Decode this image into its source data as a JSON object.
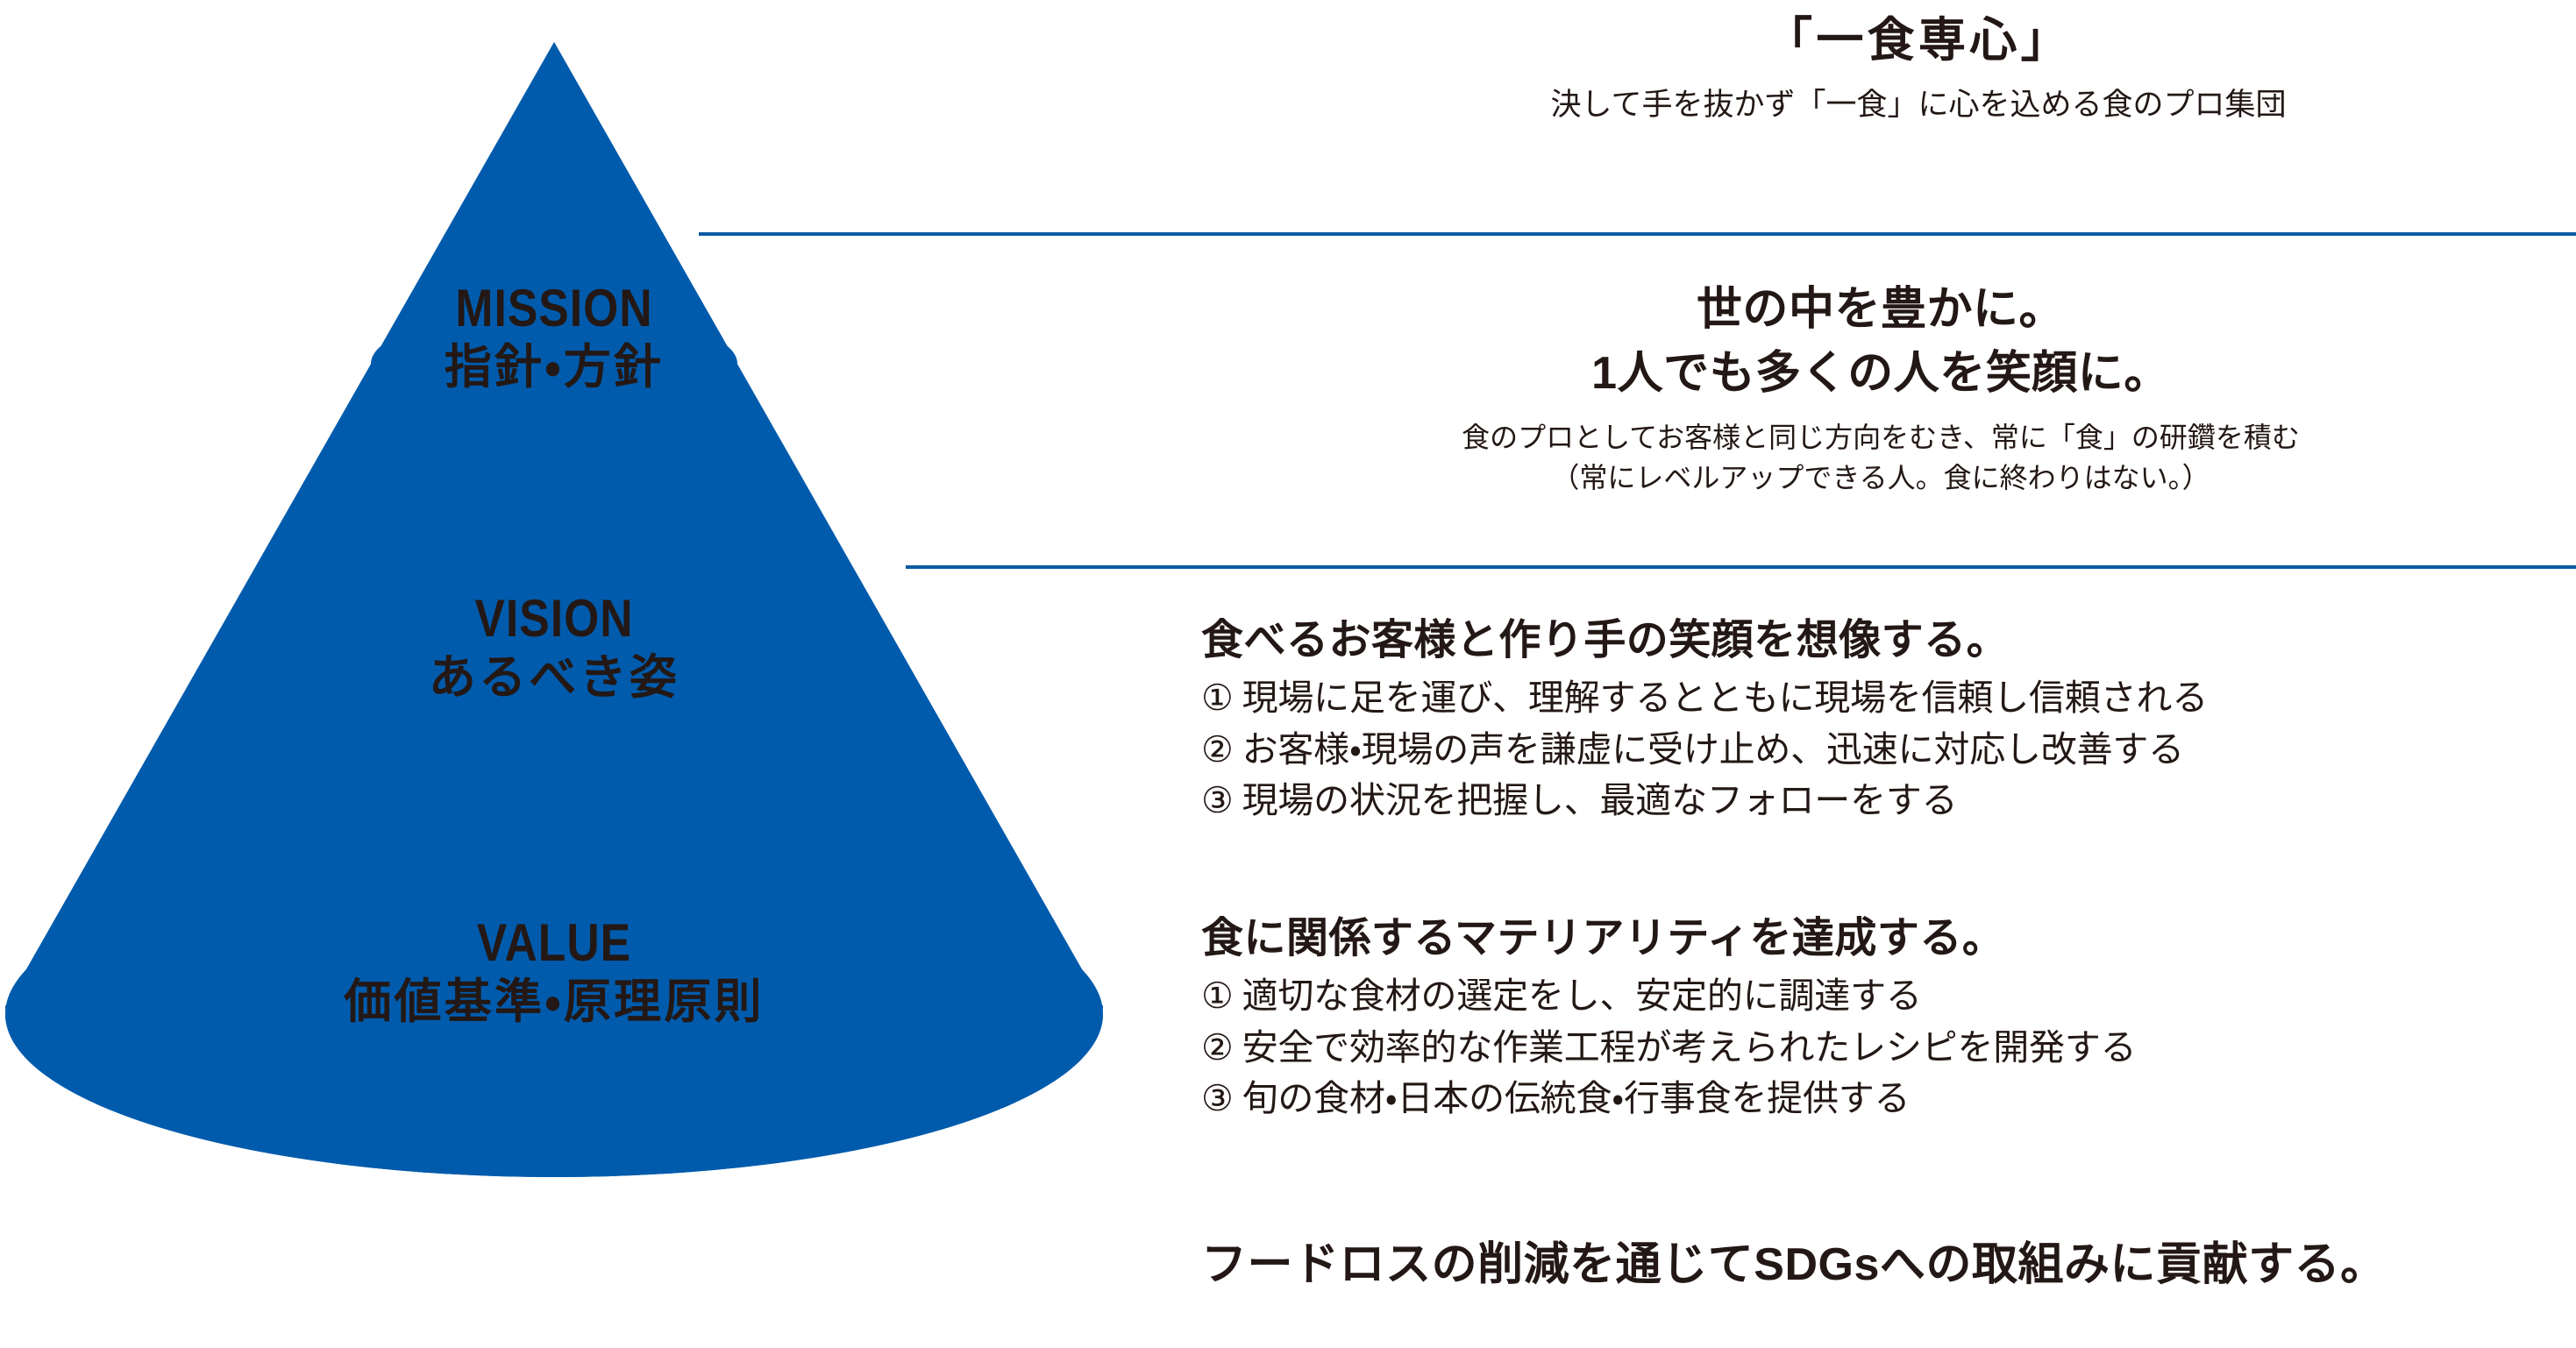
{
  "theme": {
    "accent_blue": "#0b5aa2",
    "cone_blue": "#005BAC",
    "text_dark": "#231815",
    "background": "#ffffff"
  },
  "pyramid": {
    "levels": [
      {
        "en": "MISSION",
        "ja": "指針・方針"
      },
      {
        "en": "VISION",
        "ja": "あるべき姿"
      },
      {
        "en": "VALUE",
        "ja": "価値基準・原理原則"
      }
    ]
  },
  "mission_panel": {
    "headline": "「一食専心」",
    "subline": "決して手を抜かず「一食」に心を込める食のプロ集団"
  },
  "vision_panel": {
    "headline_line1": "世の中を豊かに。",
    "headline_line2": "1人でも多くの人を笑顔に。",
    "subline1": "食のプロとしてお客様と同じ方向をむき、常に「食」の研鑽を積む",
    "subline2": "（常にレベルアップできる人。食に終わりはない。）"
  },
  "value_panel": {
    "groups": [
      {
        "headline": "食べるお客様と作り手の笑顔を想像する。",
        "items": [
          {
            "num": "①",
            "text": "現場に足を運び、理解するとともに現場を信頼し信頼される"
          },
          {
            "num": "②",
            "text": "お客様・現場の声を謙虚に受け止め、迅速に対応し改善する"
          },
          {
            "num": "③",
            "text": "現場の状況を把握し、最適なフォローをする"
          }
        ]
      },
      {
        "headline": "食に関係するマテリアリティを達成する。",
        "items": [
          {
            "num": "①",
            "text": "適切な食材の選定をし、安定的に調達する"
          },
          {
            "num": "②",
            "text": "安全で効率的な作業工程が考えられたレシピを開発する"
          },
          {
            "num": "③",
            "text": "旬の食材・日本の伝統食・行事食を提供する"
          }
        ]
      }
    ],
    "closing_statement": "フードロスの削減を通じてSDGsへの取組みに貢献する。"
  }
}
